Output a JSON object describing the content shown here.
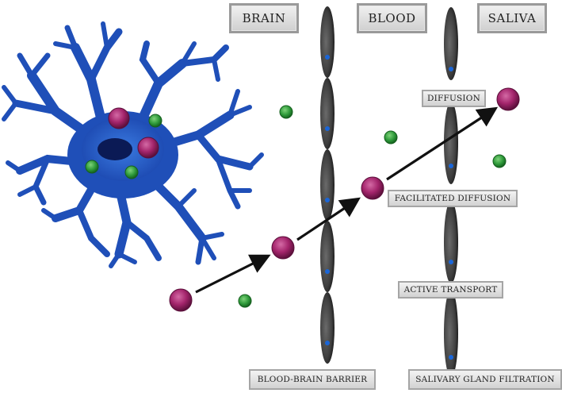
{
  "headers": {
    "brain": "BRAIN",
    "blood": "BLOOD",
    "saliva": "SALIVA"
  },
  "mechanisms": {
    "diffusion": "DIFFUSION",
    "facilitated_diffusion": "FACILITATED DIFFUSION",
    "active_transport": "ACTIVE TRANSPORT"
  },
  "barriers": {
    "blood_brain": "BLOOD-BRAIN BARRIER",
    "salivary_gland": "SALIVARY GLAND FILTRATION"
  },
  "colors": {
    "neuron": "#1f4fb8",
    "neuron_body": "#2f6bd6",
    "nucleus": "#0b1a55",
    "biomarker_target": "#a3246b",
    "biomarker_other": "#2e9a3a",
    "barrier_cell": "#4a4a4a",
    "arrow": "#111111"
  },
  "icons": {
    "neuron": "neuron-icon",
    "target_molecule": "magenta-molecule-icon",
    "other_molecule": "green-molecule-icon",
    "barrier_cell": "endothelial-cell-icon"
  }
}
